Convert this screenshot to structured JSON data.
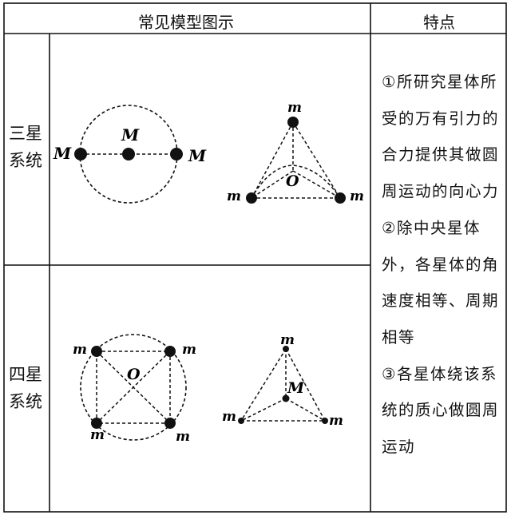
{
  "table": {
    "header": {
      "col1": "常见模型图示",
      "col2": "特点"
    },
    "rows": [
      {
        "label_line1": "三星",
        "label_line2": "系统"
      },
      {
        "label_line1": "四星",
        "label_line2": "系统"
      }
    ]
  },
  "features": {
    "p1": "①所研究星体所受的万有引力的合力提供其做圆周运动的向心力",
    "p2": "②除中央星体外，各星体的角速度相等、周期相等",
    "p3": "③各星体绕该系统的质心做圆周运动"
  },
  "diagrams": {
    "three_star_line": {
      "left": "M",
      "center": "M",
      "right": "M"
    },
    "three_star_triangle": {
      "top": "m",
      "bottom_left": "m",
      "bottom_right": "m",
      "center": "O"
    },
    "four_star_square": {
      "top_left": "m",
      "top_right": "m",
      "bottom_left": "m",
      "bottom_right": "m",
      "center": "O"
    },
    "four_star_triangle": {
      "top": "m",
      "center": "M",
      "bottom_left": "m",
      "bottom_right": "m"
    }
  }
}
